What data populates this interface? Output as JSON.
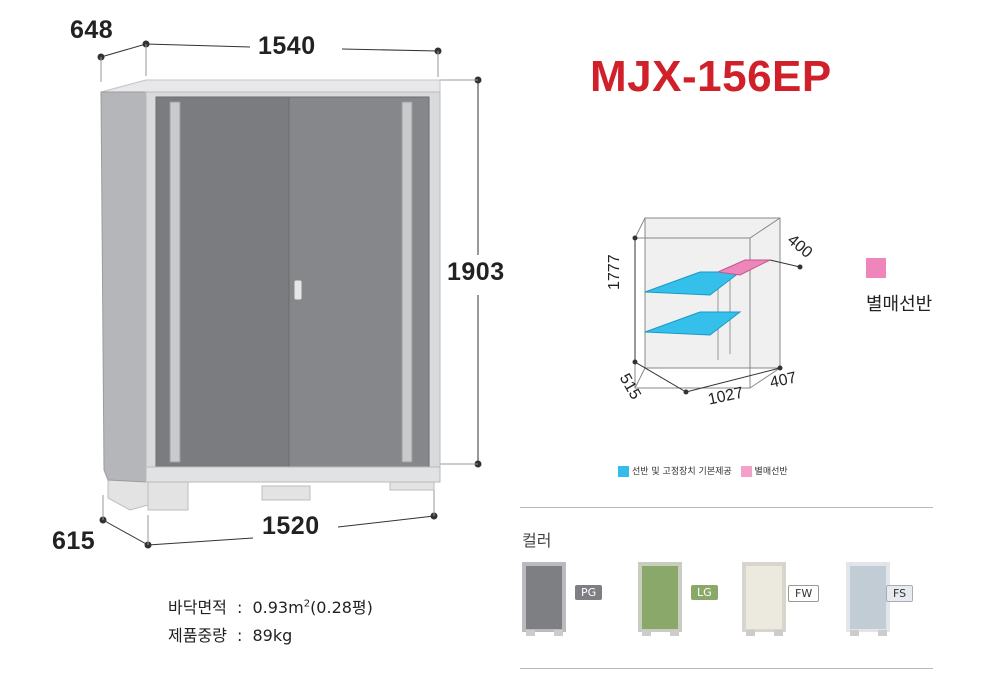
{
  "product": {
    "model": "MJX-156EP"
  },
  "dimensions": {
    "depth_top": "648",
    "width_top": "1540",
    "height": "1903",
    "depth_base": "615",
    "width_base": "1520"
  },
  "interior": {
    "height": "1777",
    "depth": "515",
    "width_main": "1027",
    "width_side": "407",
    "shelf_depth": "400"
  },
  "option": {
    "label": "별매선반",
    "color": "#ee82b8"
  },
  "legend": {
    "items": [
      {
        "label": "선반 및 고정장치 기본제공",
        "color": "#33bde8"
      },
      {
        "label": "별매선반",
        "color": "#f5a0c8"
      }
    ]
  },
  "specs": {
    "floor_area_label": "바닥면적",
    "floor_area_value": "0.93m",
    "floor_area_sup": "2",
    "floor_area_extra": "(0.28평)",
    "weight_label": "제품중량",
    "weight_value": "89kg",
    "separator": ":"
  },
  "colors": {
    "heading": "컬러",
    "items": [
      {
        "code": "PG",
        "body": "#7d7f82",
        "edge": "#b9bbbe"
      },
      {
        "code": "LG",
        "body": "#8aa86a",
        "edge": "#c8cdbf"
      },
      {
        "code": "FW",
        "body": "#ece9df",
        "edge": "#d7d5cd"
      },
      {
        "code": "FS",
        "body": "#c2ccd4",
        "edge": "#e2e6ea"
      }
    ]
  }
}
